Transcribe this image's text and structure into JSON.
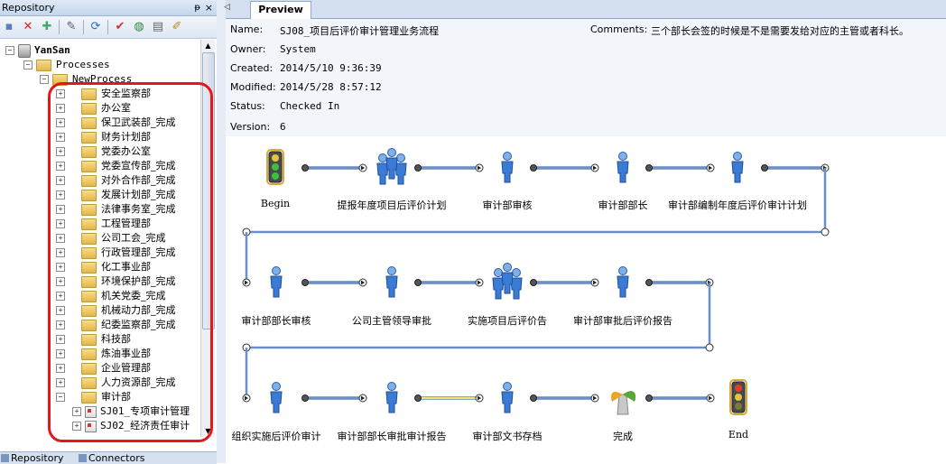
{
  "repository": {
    "title": "Repository",
    "pin_glyph": "ᵽ",
    "close_glyph": "×",
    "tree": {
      "root": "YanSan",
      "processes": "Processes",
      "new_process": "NewProcess",
      "departments": [
        "安全监察部",
        "办公室",
        "保卫武装部_完成",
        "财务计划部",
        "党委办公室",
        "党委宣传部_完成",
        "对外合作部_完成",
        "发展计划部_完成",
        "法律事务室_完成",
        "工程管理部",
        "公司工会_完成",
        "行政管理部_完成",
        "化工事业部",
        "环境保护部_完成",
        "机关党委_完成",
        "机械动力部_完成",
        "纪委监察部_完成",
        "科技部",
        "炼油事业部",
        "企业管理部",
        "人力资源部_完成",
        "审计部"
      ],
      "audit_children": [
        "SJ01_专项审计管理",
        "SJ02_经济责任审计"
      ]
    },
    "tabs": [
      "Repository",
      "Connectors"
    ]
  },
  "preview": {
    "tab_label": "Preview",
    "labels": {
      "name": "Name:",
      "owner": "Owner:",
      "created": "Created:",
      "modified": "Modified:",
      "status": "Status:",
      "version": "Version:",
      "comments": "Comments:"
    },
    "values": {
      "name": "SJ08_项目后评价审计管理业务流程",
      "owner": "System",
      "created": "2014/5/10 9:36:39",
      "modified": "2014/5/28 8:57:12",
      "status": "Checked In",
      "version": "6",
      "comments": "三个部长会签的时候是不是需要发给对应的主管或者科长。"
    }
  },
  "flow": {
    "row1": [
      "Begin",
      "提报年度项目后评价计划",
      "审计部审核",
      "审计部部长",
      "审计部编制年度后评价审计计划"
    ],
    "row2": [
      "审计部部长审核",
      "公司主管领导审批",
      "实施项目后评价告",
      "审计部审批后评价报告"
    ],
    "row3": [
      "组织实施后评价审计",
      "审计部部长审批审计报告",
      "审计部文书存档",
      "完成",
      "End"
    ]
  },
  "colors": {
    "connector": "#6b8fc8",
    "connector_active": "#f5e16a",
    "highlight_box": "#e8161b",
    "figure_blue": "#3a7bd5"
  }
}
